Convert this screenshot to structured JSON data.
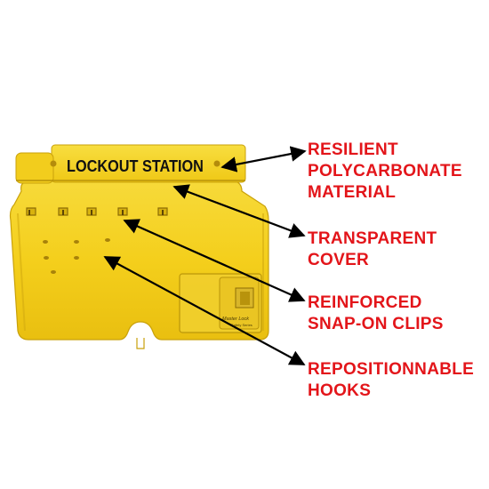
{
  "product": {
    "header_label": "LOCKOUT STATION",
    "brand_mark": "Master Lock",
    "brand_sub": "Safety Series"
  },
  "colors": {
    "callout_text": "#e3151a",
    "board_yellow": "#f5d21a",
    "arrow": "#000000"
  },
  "callouts": [
    {
      "lines": [
        "RESILIENT",
        "POLYCARBONATE",
        "MATERIAL"
      ]
    },
    {
      "lines": [
        "TRANSPARENT",
        "COVER"
      ]
    },
    {
      "lines": [
        "REINFORCED",
        "SNAP-ON CLIPS"
      ]
    },
    {
      "lines": [
        "REPOSITIONNABLE",
        "HOOKS"
      ]
    }
  ]
}
